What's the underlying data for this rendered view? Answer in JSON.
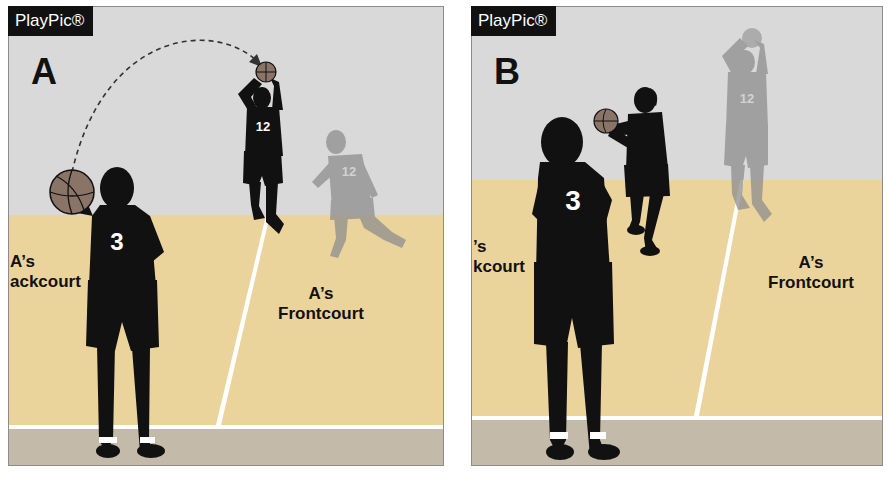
{
  "diagram": {
    "nodes": [
      {
        "text": [
          "PlayPic®",
          "A"
        ]
      },
      {
        "text": [
          "PlayPic®",
          "B"
        ]
      }
    ],
    "labels": [
      "A’s ackcourt",
      "A’s Frontcourt",
      "3",
      "12",
      "12",
      "’s kcourt",
      "A’s Frontcourt",
      "3",
      "12"
    ]
  }
}
